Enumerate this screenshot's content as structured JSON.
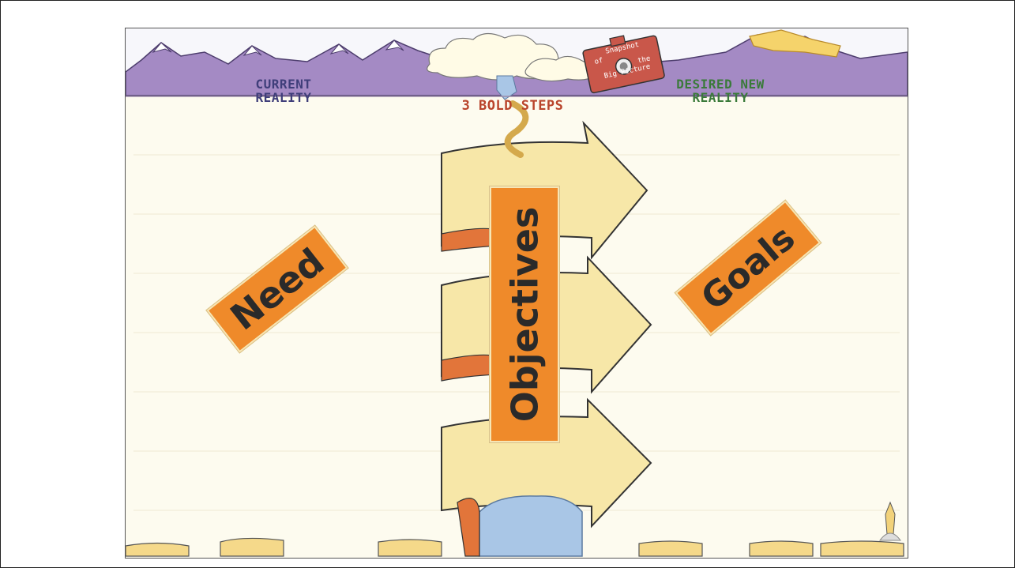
{
  "labels": {
    "current_reality": "CURRENT REALITY",
    "bold_steps": "3 BOLD STEPS",
    "desired_reality": "DESIRED NEW REALITY",
    "snapshot_line1": "Snapshot",
    "snapshot_line2": "of",
    "snapshot_line3": "the",
    "snapshot_line4": "Big Picture"
  },
  "boxes": {
    "need": "Need",
    "objectives": "Objectives",
    "goals": "Goals"
  },
  "colors": {
    "orange_box": "#ef8a2a",
    "mountains": "#a48ac4",
    "arrow_fill": "#f7e7a8",
    "arrow_accent": "#e2753a",
    "water": "#a9c6e6"
  }
}
